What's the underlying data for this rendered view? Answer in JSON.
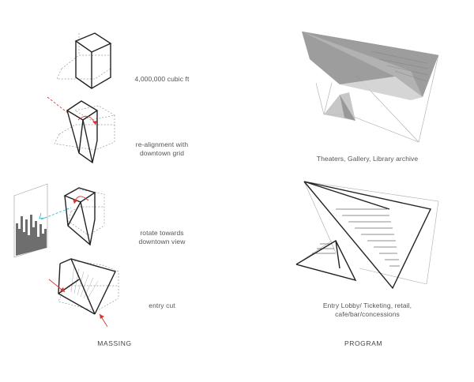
{
  "massing": {
    "heading": "MASSING",
    "steps": [
      {
        "label_lines": [
          "4,000,000 cubic ft"
        ]
      },
      {
        "label_lines": [
          "re-alignment with",
          "downtown grid"
        ]
      },
      {
        "label_lines": [
          "rotate towards",
          "downtown view"
        ]
      },
      {
        "label_lines": [
          "entry cut"
        ]
      }
    ]
  },
  "program": {
    "heading": "PROGRAM",
    "diagrams": [
      {
        "label_lines": [
          "Theaters, Gallery, Library archive"
        ]
      },
      {
        "label_lines": [
          "Entry Lobby/ Ticketing, retail,",
          "cafe/bar/concessions"
        ]
      }
    ]
  },
  "colors": {
    "line": "#222222",
    "dashed": "#999999",
    "arrow_red": "#d9322b",
    "arrow_cyan": "#3fb6d4",
    "mass_fill": "#8c8c8c",
    "mass_light": "#cfcfcf"
  }
}
